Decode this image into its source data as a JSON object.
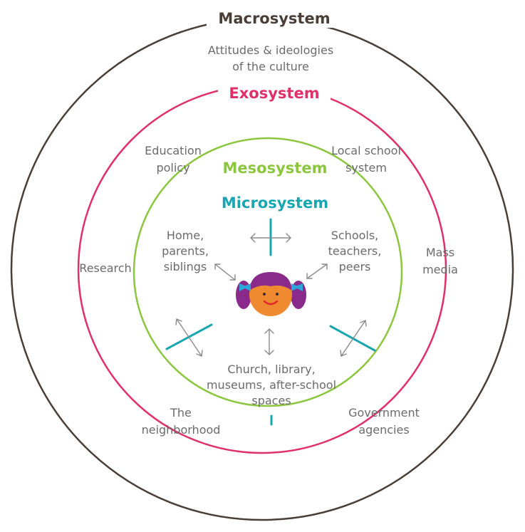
{
  "systems": {
    "macro": {
      "label": "Macrosystem",
      "description": "Attitudes & ideologies\nof the culture",
      "color": "#4a3f38"
    },
    "exo": {
      "label": "Exosystem",
      "color": "#e0306b"
    },
    "meso": {
      "label": "Mesosystem",
      "color": "#8cc63e"
    },
    "micro": {
      "label": "Microsystem",
      "color": "#1aa6b1"
    }
  },
  "exo_items": {
    "education_policy": "Education\npolicy",
    "local_school_system": "Local school\nsystem",
    "research": "Research",
    "mass_media": "Mass\nmedia",
    "neighborhood": "The\nneighborhood",
    "government_agencies": "Government\nagencies"
  },
  "micro_items": {
    "home": "Home,\nparents,\nsiblings",
    "schools": "Schools,\nteachers,\npeers",
    "church": "Church, library,\nmuseums, after-school\nspaces"
  },
  "colors": {
    "arrow": "#8a8a8a",
    "face": "#f08a30",
    "hair": "#8a2a8a",
    "bow": "#2aa6d8",
    "mouth": "#e3242b"
  },
  "icons": [
    "child-face-icon",
    "arrow-icon"
  ]
}
